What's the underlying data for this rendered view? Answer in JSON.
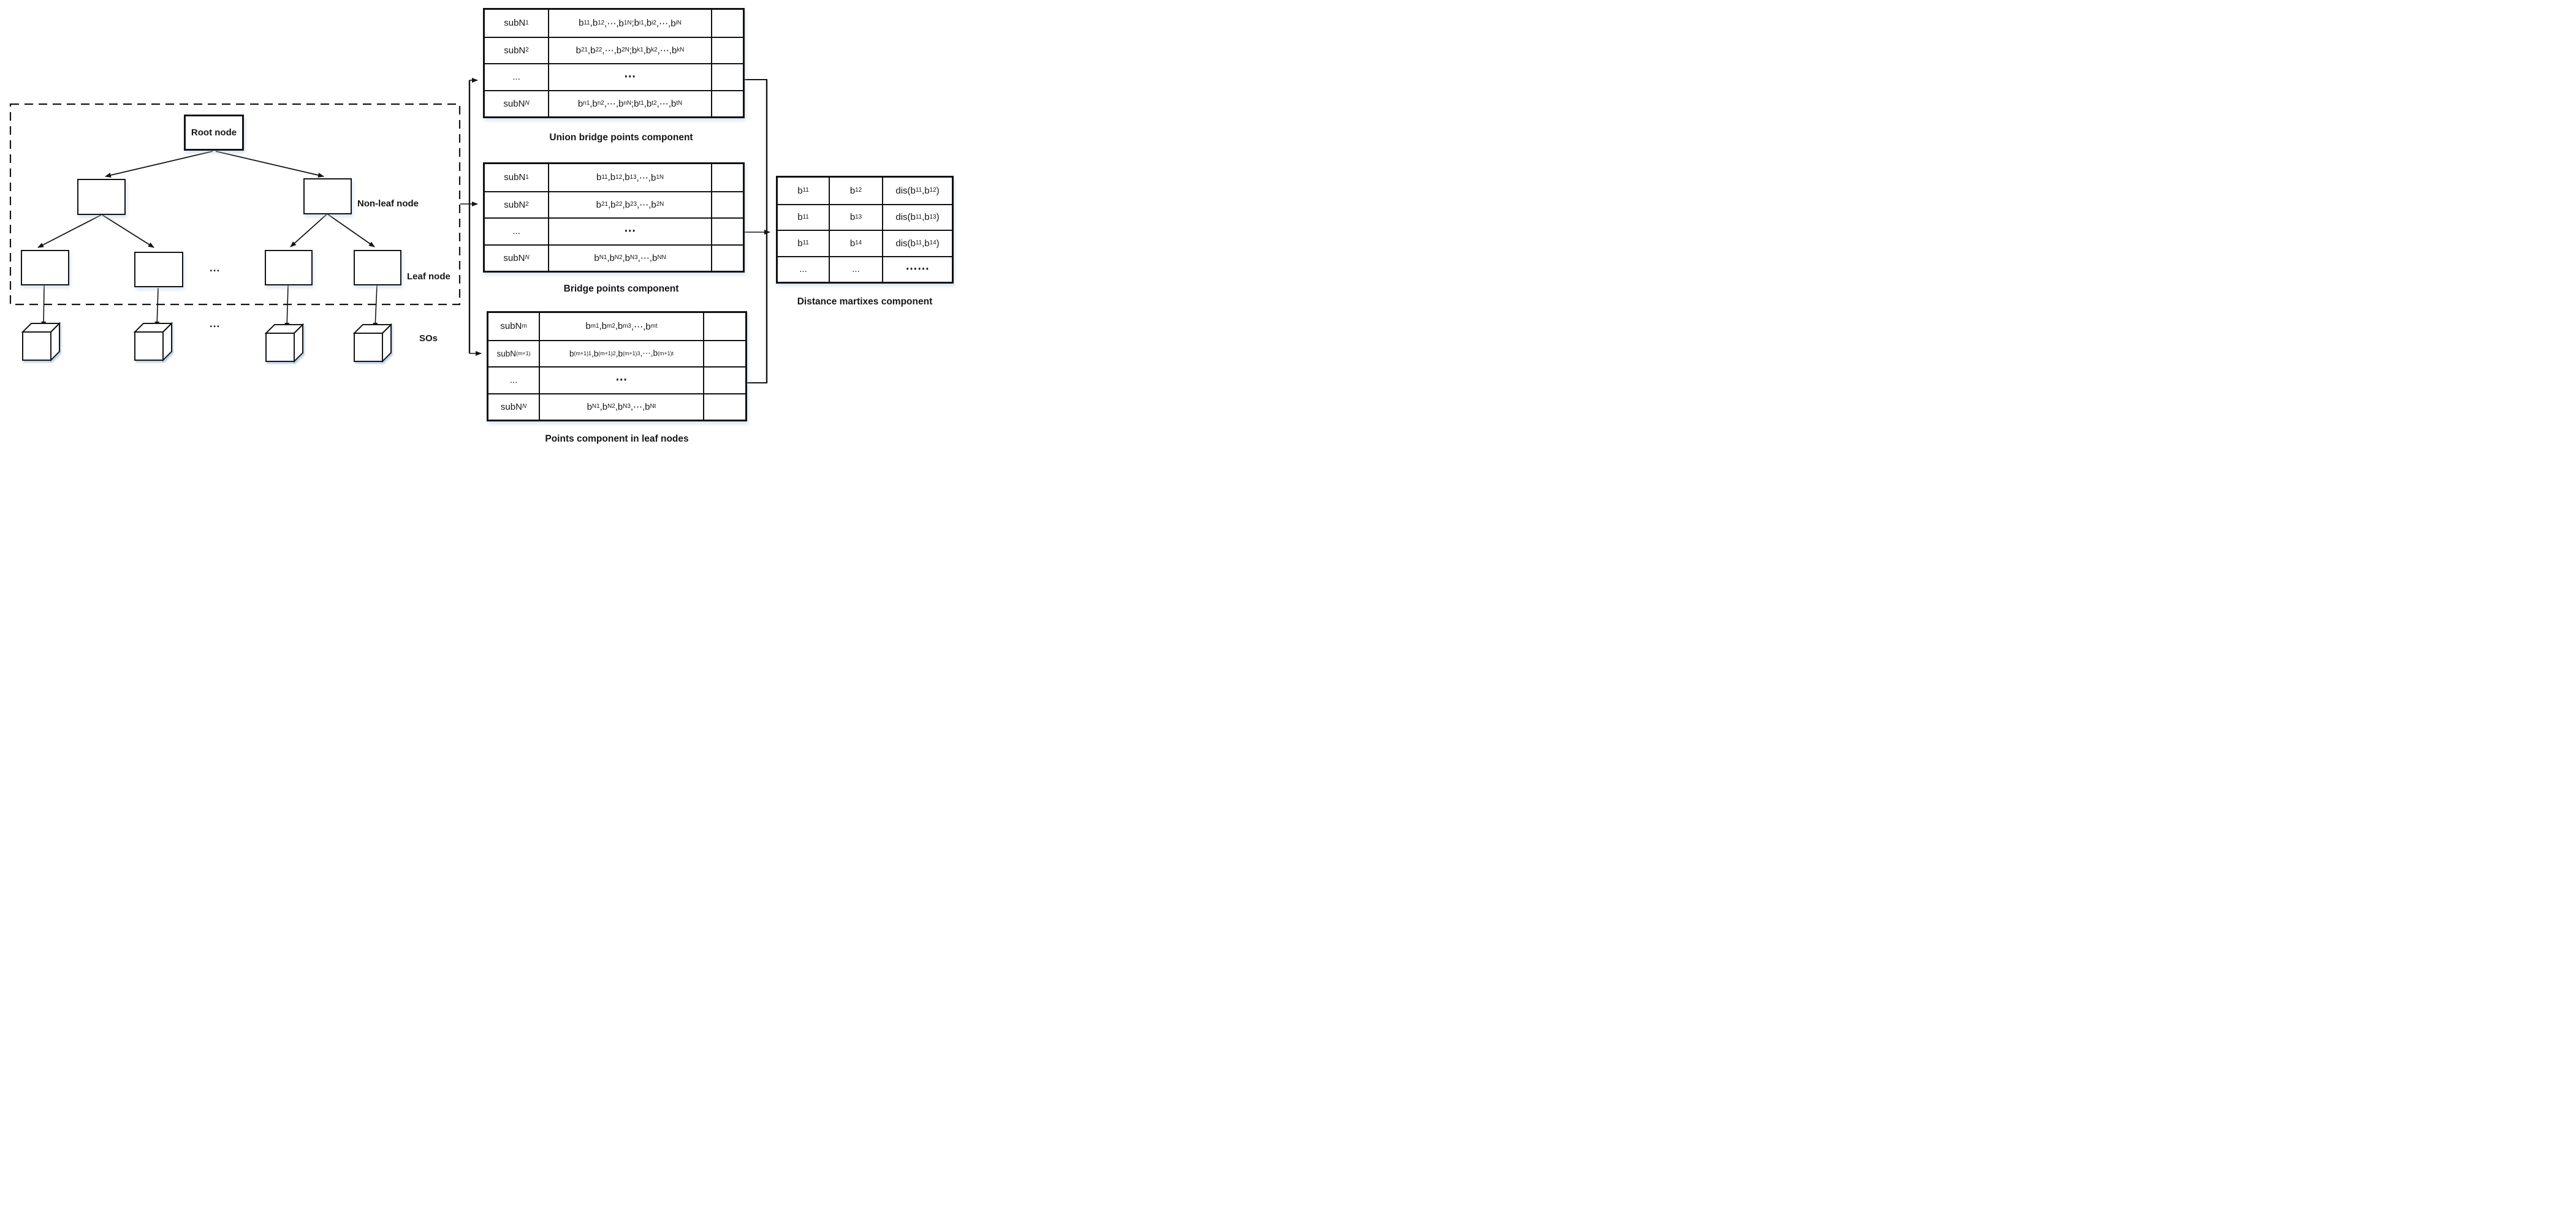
{
  "colors": {
    "ink": "#151515",
    "paper": "#ffffff",
    "shadow": "#adc5e3"
  },
  "tree": {
    "root_label": "Root node",
    "non_leaf_label": "Non-leaf node",
    "leaf_label": "Leaf node",
    "sos_label": "SOs",
    "leaf_row_ellipsis": "...",
    "so_row_ellipsis": "..."
  },
  "tables": [
    {
      "id": "union-bridge-points",
      "caption": "Union bridge points component",
      "rows": [
        {
          "label": "subN~1~",
          "value": "b~11~,b~12~,⋯,b~1N~;b~i1~,b~i2~,⋯,b~iN~",
          "extra": ""
        },
        {
          "label": "subN~2~",
          "value": "b~21~,b~22~,⋯,b~2N~;b~k1~,b~k2~,⋯,b~kN~",
          "extra": ""
        },
        {
          "label": "...",
          "value": "⋯",
          "extra": ""
        },
        {
          "label": "subN~*N*~",
          "value": "b~n1~,b~n2~,⋯,b~nN~;b~t1~,b~t2~,⋯,b~tN~",
          "extra": ""
        }
      ]
    },
    {
      "id": "bridge-points",
      "caption": "Bridge points component",
      "rows": [
        {
          "label": "subN~1~",
          "value": "b~11~,b~12~,b~13~,⋯,b~1N~",
          "extra": ""
        },
        {
          "label": "subN~2~",
          "value": "b~21~,b~22~,b~23~,⋯,b~2N~",
          "extra": ""
        },
        {
          "label": "...",
          "value": "⋯",
          "extra": ""
        },
        {
          "label": "subN~*N*~",
          "value": "b~N1~,b~N2~,b~N3~,⋯,b~NN~",
          "extra": ""
        }
      ]
    },
    {
      "id": "points-in-leaf-nodes",
      "caption": "Points component in leaf nodes",
      "rows": [
        {
          "label": "subN~m~",
          "value": "b~m1~,b~m2~,b~m3~,⋯,b~mt~",
          "extra": ""
        },
        {
          "label": "subN~(m+1)~",
          "value": "b~(m+1)1~,b~(m+1)2~,b~(m+1)3~,⋯,b~(m+1)t~",
          "extra": ""
        },
        {
          "label": "...",
          "value": "⋯",
          "extra": ""
        },
        {
          "label": "subN~*N*~",
          "value": "b~N1~,b~N2~,b~N3~,⋯,b~Nt~",
          "extra": ""
        }
      ]
    },
    {
      "id": "distance-matrixes",
      "caption": "Distance martixes component",
      "rows": [
        {
          "c1": "b~11~",
          "c2": "b~12~",
          "c3": "dis(b~11~,b~12~)"
        },
        {
          "c1": "b~11~",
          "c2": "b~13~",
          "c3": "dis(b~11~,b~13~)"
        },
        {
          "c1": "b~11~",
          "c2": "b~14~",
          "c3": "dis(b~11~,b~14~)"
        },
        {
          "c1": "...",
          "c2": "...",
          "c3": "⋯⋯"
        }
      ]
    }
  ]
}
